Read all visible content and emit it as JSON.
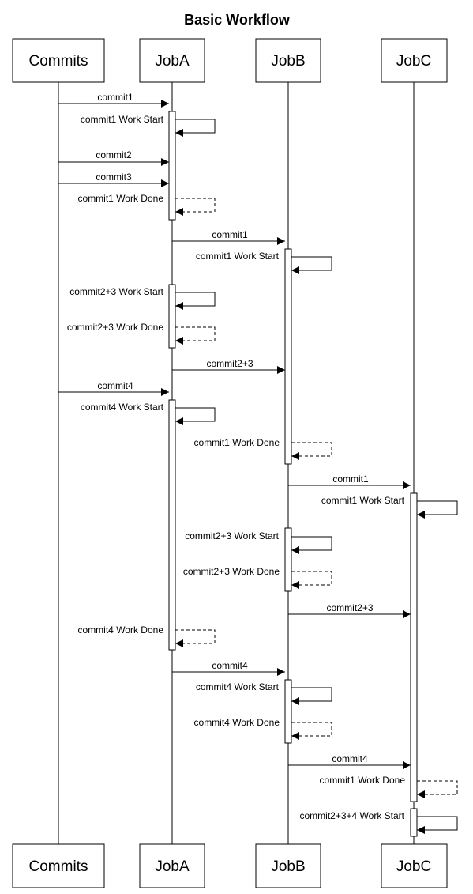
{
  "diagram": {
    "title": "Basic Workflow",
    "participants": [
      {
        "id": "commits",
        "label": "Commits"
      },
      {
        "id": "joba",
        "label": "JobA"
      },
      {
        "id": "jobb",
        "label": "JobB"
      },
      {
        "id": "jobc",
        "label": "JobC"
      }
    ],
    "messages": [
      {
        "from": "commits",
        "to": "joba",
        "label": "commit1",
        "style": "solid"
      },
      {
        "from": "joba",
        "to": "joba",
        "label": "commit1 Work Start",
        "style": "solid"
      },
      {
        "from": "commits",
        "to": "joba",
        "label": "commit2",
        "style": "solid"
      },
      {
        "from": "commits",
        "to": "joba",
        "label": "commit3",
        "style": "solid"
      },
      {
        "from": "joba",
        "to": "joba",
        "label": "commit1 Work Done",
        "style": "dashed"
      },
      {
        "from": "joba",
        "to": "jobb",
        "label": "commit1",
        "style": "solid"
      },
      {
        "from": "jobb",
        "to": "jobb",
        "label": "commit1 Work Start",
        "style": "solid"
      },
      {
        "from": "joba",
        "to": "joba",
        "label": "commit2+3 Work Start",
        "style": "solid"
      },
      {
        "from": "joba",
        "to": "joba",
        "label": "commit2+3 Work Done",
        "style": "dashed"
      },
      {
        "from": "joba",
        "to": "jobb",
        "label": "commit2+3",
        "style": "solid"
      },
      {
        "from": "commits",
        "to": "joba",
        "label": "commit4",
        "style": "solid"
      },
      {
        "from": "joba",
        "to": "joba",
        "label": "commit4 Work Start",
        "style": "solid"
      },
      {
        "from": "jobb",
        "to": "jobb",
        "label": "commit1 Work Done",
        "style": "dashed"
      },
      {
        "from": "jobb",
        "to": "jobc",
        "label": "commit1",
        "style": "solid"
      },
      {
        "from": "jobc",
        "to": "jobc",
        "label": "commit1 Work Start",
        "style": "solid"
      },
      {
        "from": "jobb",
        "to": "jobb",
        "label": "commit2+3 Work Start",
        "style": "solid"
      },
      {
        "from": "jobb",
        "to": "jobb",
        "label": "commit2+3 Work Done",
        "style": "dashed"
      },
      {
        "from": "jobb",
        "to": "jobc",
        "label": "commit2+3",
        "style": "solid"
      },
      {
        "from": "joba",
        "to": "joba",
        "label": "commit4 Work Done",
        "style": "dashed"
      },
      {
        "from": "joba",
        "to": "jobb",
        "label": "commit4",
        "style": "solid"
      },
      {
        "from": "jobb",
        "to": "jobb",
        "label": "commit4 Work Start",
        "style": "solid"
      },
      {
        "from": "jobb",
        "to": "jobb",
        "label": "commit4 Work Done",
        "style": "dashed"
      },
      {
        "from": "jobb",
        "to": "jobc",
        "label": "commit4",
        "style": "solid"
      },
      {
        "from": "jobc",
        "to": "jobc",
        "label": "commit1 Work Done",
        "style": "dashed"
      },
      {
        "from": "jobc",
        "to": "jobc",
        "label": "commit2+3+4 Work Start",
        "style": "solid"
      }
    ]
  }
}
